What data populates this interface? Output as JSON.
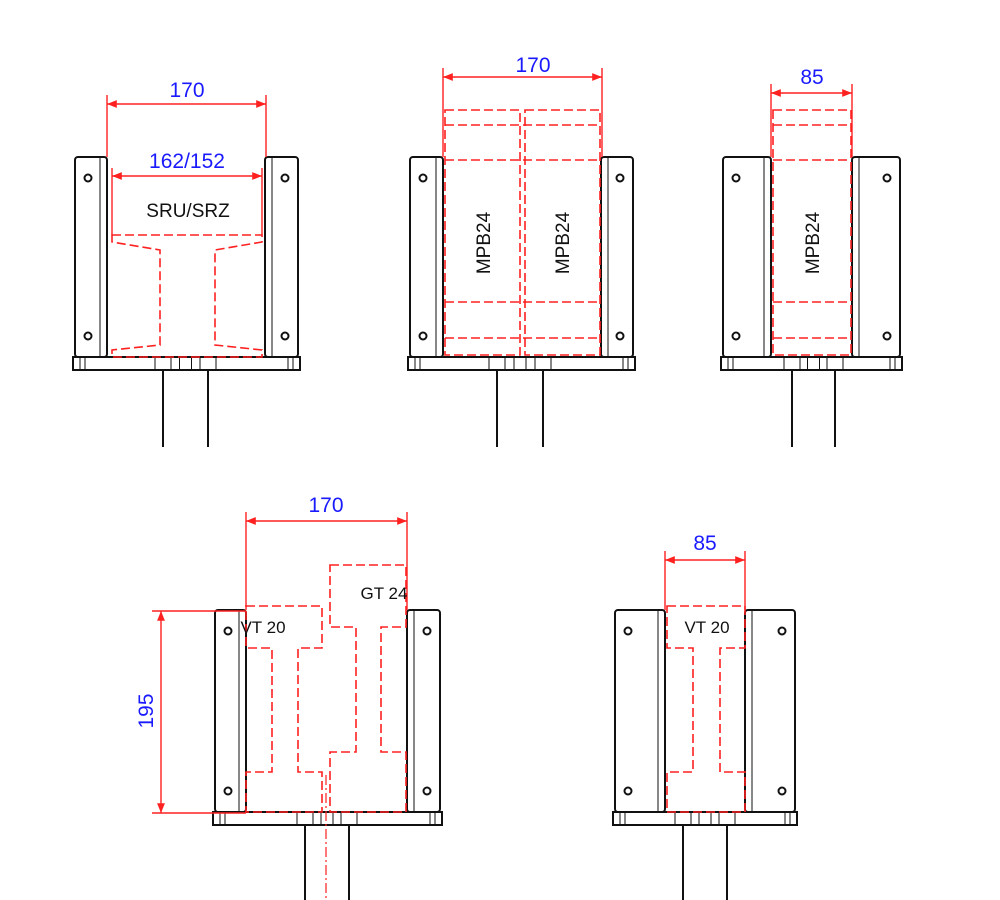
{
  "colors": {
    "dimension_line": "#ff2020",
    "dimension_text": "#1a1aff",
    "outline": "#111111"
  },
  "units": [
    {
      "name": "sru-srz",
      "dims": [
        "170",
        "162/152"
      ],
      "labels": [
        "SRU/SRZ"
      ]
    },
    {
      "name": "mpb24-double",
      "dims": [
        "170"
      ],
      "labels": [
        "MPB24",
        "MPB24"
      ]
    },
    {
      "name": "mpb24-single",
      "dims": [
        "85"
      ],
      "labels": [
        "MPB24"
      ]
    },
    {
      "name": "vt20-gt24",
      "dims": [
        "170",
        "195"
      ],
      "labels": [
        "VT 20",
        "GT 24"
      ]
    },
    {
      "name": "vt20-single",
      "dims": [
        "85"
      ],
      "labels": [
        "VT 20"
      ]
    }
  ]
}
